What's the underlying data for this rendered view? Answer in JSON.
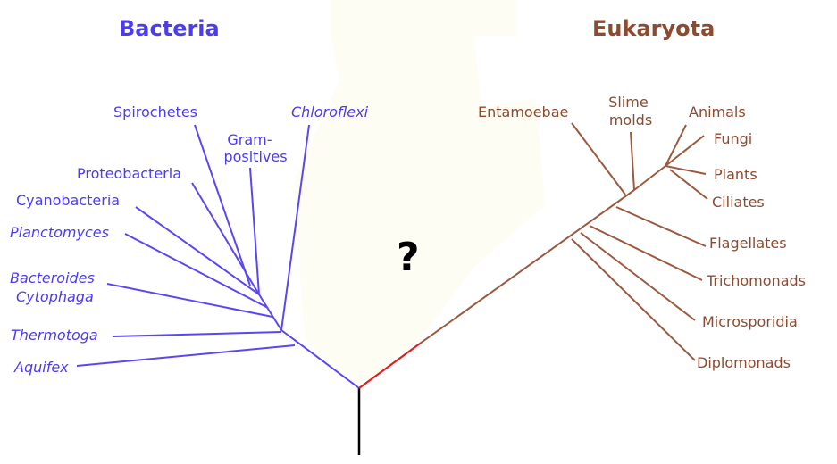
{
  "groups": {
    "bacteria": {
      "title": "Bacteria",
      "color": "#4b3cf0",
      "taxa": [
        {
          "label": "Spirochetes",
          "italic": false
        },
        {
          "label": "Chloroflexi",
          "italic": true
        },
        {
          "label_lines": [
            "Gram-",
            "positives"
          ],
          "italic": false
        },
        {
          "label": "Proteobacteria",
          "italic": false
        },
        {
          "label": "Cyanobacteria",
          "italic": false
        },
        {
          "label": "Planctomyces",
          "italic": true
        },
        {
          "label_lines": [
            "Bacteroides",
            "Cytophaga"
          ],
          "italic": true
        },
        {
          "label": "Thermotoga",
          "italic": true
        },
        {
          "label": "Aquifex",
          "italic": true
        }
      ]
    },
    "eukaryota": {
      "title": "Eukaryota",
      "color": "#8e4a2e",
      "taxa": [
        {
          "label": "Entamoebae"
        },
        {
          "label_lines": [
            "Slime",
            "molds"
          ]
        },
        {
          "label": "Animals"
        },
        {
          "label": "Fungi"
        },
        {
          "label": "Plants"
        },
        {
          "label": "Ciliates"
        },
        {
          "label": "Flagellates"
        },
        {
          "label": "Trichomonads"
        },
        {
          "label": "Microsporidia"
        },
        {
          "label": "Diplomonads"
        }
      ]
    },
    "archaea_placeholder": {
      "label": "?"
    }
  },
  "colors": {
    "bacteria_branch": "#5a47f2",
    "eukaryota_branch": "#9b5a40",
    "root_stem": "#000000",
    "highlight_branch": "#e02020",
    "background_region": "#fdfdf3"
  }
}
